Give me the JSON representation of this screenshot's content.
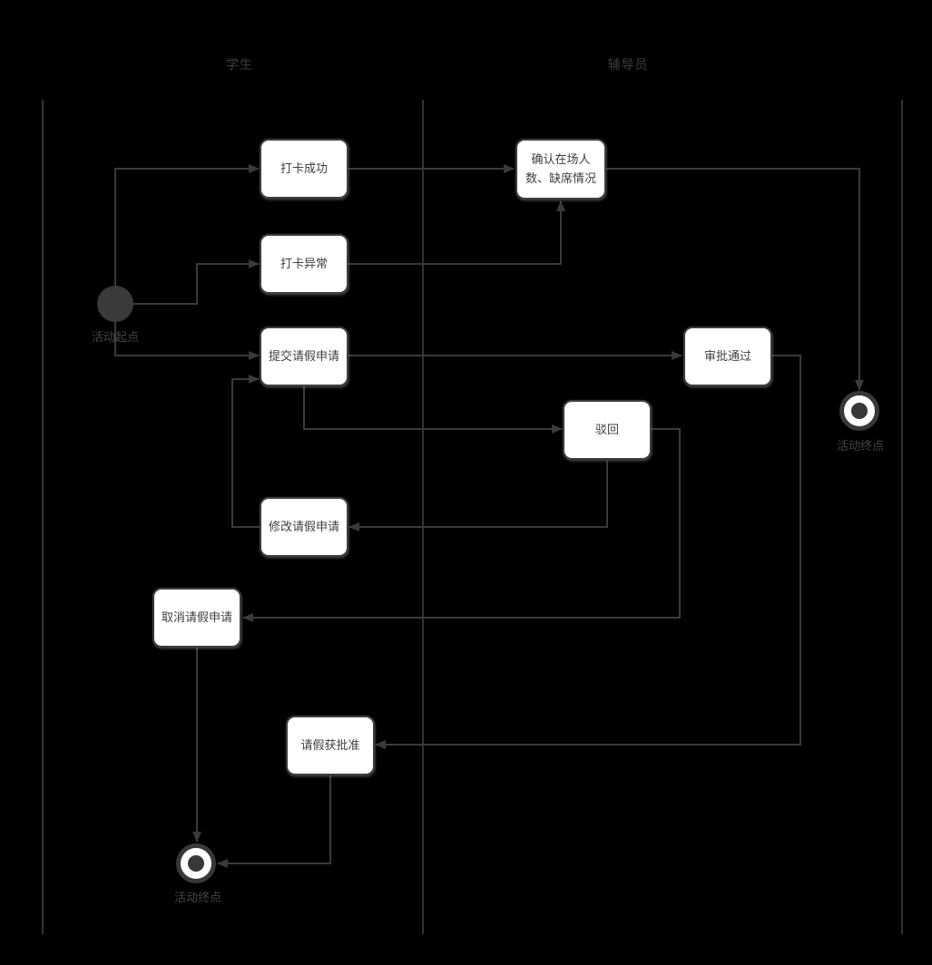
{
  "lanes": {
    "student": "学生",
    "counselor": "辅导员"
  },
  "nodes": {
    "checkin_success": "打卡成功",
    "checkin_abnormal": "打卡异常",
    "confirm_attendance": "确认在场人\n数、缺席情况",
    "submit_leave": "提交请假申请",
    "approval_passed": "审批通过",
    "reject": "驳回",
    "modify_leave": "修改请假申请",
    "cancel_leave": "取消请假申请",
    "leave_approved": "请假获批准"
  },
  "terminals": {
    "start": "活动起点",
    "end_right": "活动终点",
    "end_bottom": "活动终点"
  },
  "edges": [
    {
      "from": "start",
      "to": "checkin_success"
    },
    {
      "from": "start",
      "to": "checkin_abnormal"
    },
    {
      "from": "start",
      "to": "submit_leave"
    },
    {
      "from": "checkin_success",
      "to": "confirm_attendance"
    },
    {
      "from": "checkin_abnormal",
      "to": "confirm_attendance"
    },
    {
      "from": "confirm_attendance",
      "to": "end_right"
    },
    {
      "from": "submit_leave",
      "to": "approval_passed"
    },
    {
      "from": "submit_leave",
      "to": "reject"
    },
    {
      "from": "reject",
      "to": "modify_leave"
    },
    {
      "from": "modify_leave",
      "to": "submit_leave"
    },
    {
      "from": "reject",
      "to": "cancel_leave"
    },
    {
      "from": "approval_passed",
      "to": "leave_approved"
    },
    {
      "from": "cancel_leave",
      "to": "end_bottom"
    },
    {
      "from": "leave_approved",
      "to": "end_bottom"
    }
  ],
  "colors": {
    "background": "#000000",
    "connector": "#3a3a3a",
    "lane_line": "#333333",
    "node_fill": "#ffffff",
    "node_border": "#3d3d3d",
    "node_text": "#404040",
    "label_text": "#454545",
    "start_fill": "#3a3a3a"
  }
}
